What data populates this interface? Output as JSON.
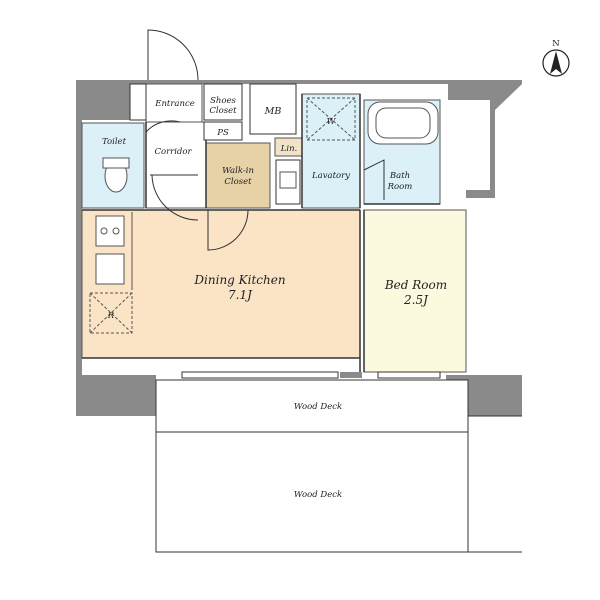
{
  "rooms": {
    "entrance": "Entrance",
    "shoes_closet_line1": "Shoes",
    "shoes_closet_line2": "Closet",
    "mb": "MB",
    "ps": "PS",
    "toilet": "Toilet",
    "corridor": "Corridor",
    "walkin_line1": "Walk-in",
    "walkin_line2": "Closet",
    "lin": "Lin.",
    "lavatory": "Lavatory",
    "bath_line1": "Bath",
    "bath_line2": "Room",
    "washer": "W",
    "fridge": "R",
    "dining_kitchen": "Dining Kitchen",
    "dining_kitchen_size": "7.1J",
    "bed_room": "Bed Room",
    "bed_room_size": "2.5J",
    "wood_deck_upper": "Wood Deck",
    "wood_deck_lower": "Wood Deck"
  },
  "compass": {
    "label": "N"
  },
  "colors": {
    "wall": "#8a8a8a",
    "dining_kitchen": "#fbe3c6",
    "bed_room": "#fbf9de",
    "wet_area": "#dcf0f8",
    "walkin_closet": "#e7d2a8",
    "lin": "#f1e3c7",
    "corridor": "#ffffff"
  }
}
